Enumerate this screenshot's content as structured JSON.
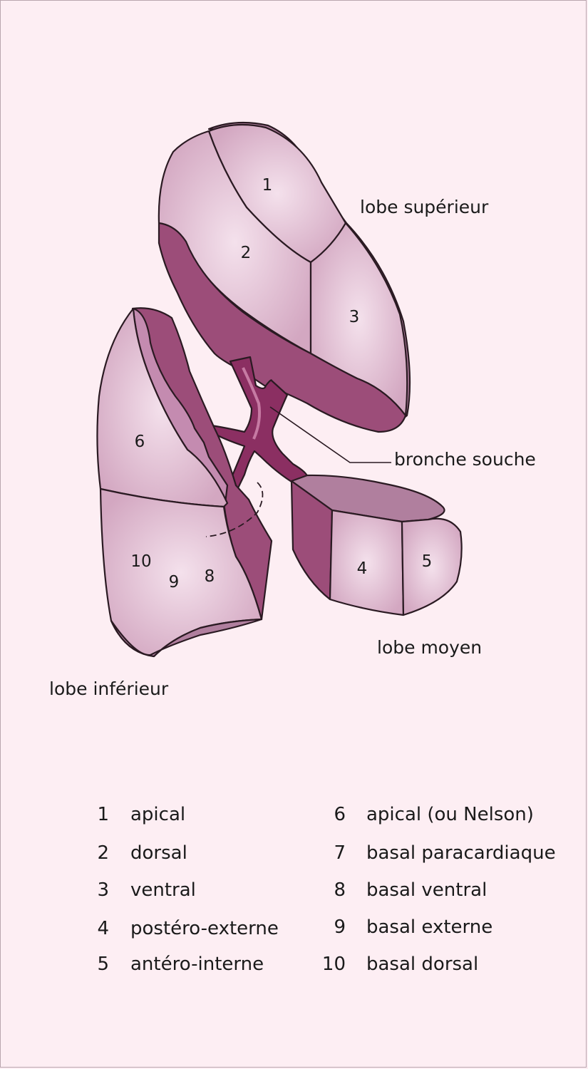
{
  "labels": {
    "upper_lobe": "lobe supérieur",
    "middle_lobe": "lobe moyen",
    "lower_lobe": "lobe inférieur",
    "main_bronchus": "bronche souche"
  },
  "segment_numbers": [
    "1",
    "2",
    "3",
    "4",
    "5",
    "6",
    "10",
    "9",
    "8"
  ],
  "legend": [
    {
      "num": "1",
      "name": "apical"
    },
    {
      "num": "2",
      "name": "dorsal"
    },
    {
      "num": "3",
      "name": "ventral"
    },
    {
      "num": "4",
      "name": "postéro-externe"
    },
    {
      "num": "5",
      "name": "antéro-interne"
    },
    {
      "num": "6",
      "name": "apical (ou Nelson)"
    },
    {
      "num": "7",
      "name": "basal paracardiaque"
    },
    {
      "num": "8",
      "name": "basal ventral"
    },
    {
      "num": "9",
      "name": "basal externe"
    },
    {
      "num": "10",
      "name": "basal dorsal"
    }
  ],
  "colors": {
    "background": "#fdeef3",
    "segment_fill": "#d4a9c2",
    "segment_highlight": "#f2dcea",
    "inner_surface": "#9c4d79",
    "bronchus": "#8b2f62",
    "outline": "#2a1a22"
  }
}
